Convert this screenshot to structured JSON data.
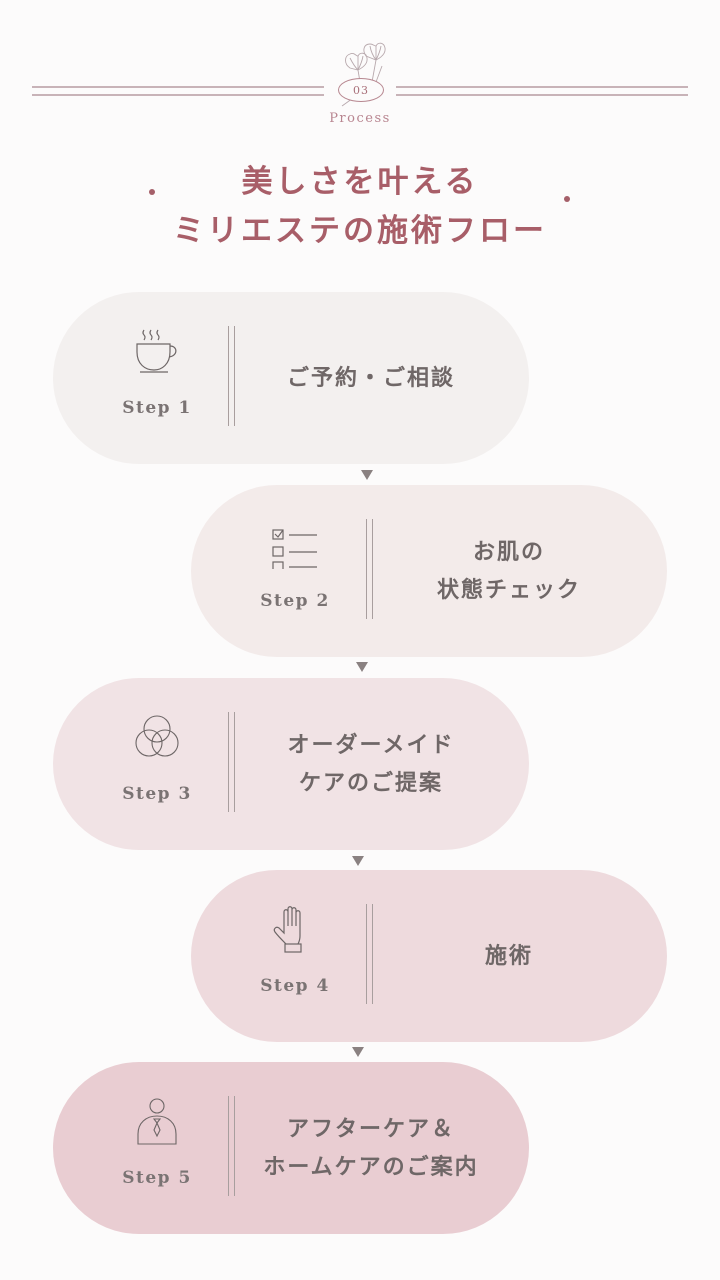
{
  "header": {
    "section_number": "03",
    "section_label": "Process",
    "title_line1": "美しさを叶える",
    "title_line2": "ミリエステの施術フロー"
  },
  "colors": {
    "accent": "#a85e68",
    "text": "#6f6767",
    "step1_bg": "#f3f0ef",
    "step2_bg": "#f3ebea",
    "step3_bg": "#f1e3e5",
    "step4_bg": "#eedadd",
    "step5_bg": "#e9cdd2"
  },
  "steps": [
    {
      "label": "Step 1",
      "icon": "coffee-cup-icon",
      "lines": [
        "ご予約・ご相談"
      ]
    },
    {
      "label": "Step 2",
      "icon": "checklist-icon",
      "lines": [
        "お肌の",
        "状態チェック"
      ]
    },
    {
      "label": "Step 3",
      "icon": "overlapping-circles-icon",
      "lines": [
        "オーダーメイド",
        "ケアのご提案"
      ]
    },
    {
      "label": "Step 4",
      "icon": "hand-icon",
      "lines": [
        "施術"
      ]
    },
    {
      "label": "Step 5",
      "icon": "person-icon",
      "lines": [
        "アフターケア＆",
        "ホームケアのご案内"
      ]
    }
  ]
}
